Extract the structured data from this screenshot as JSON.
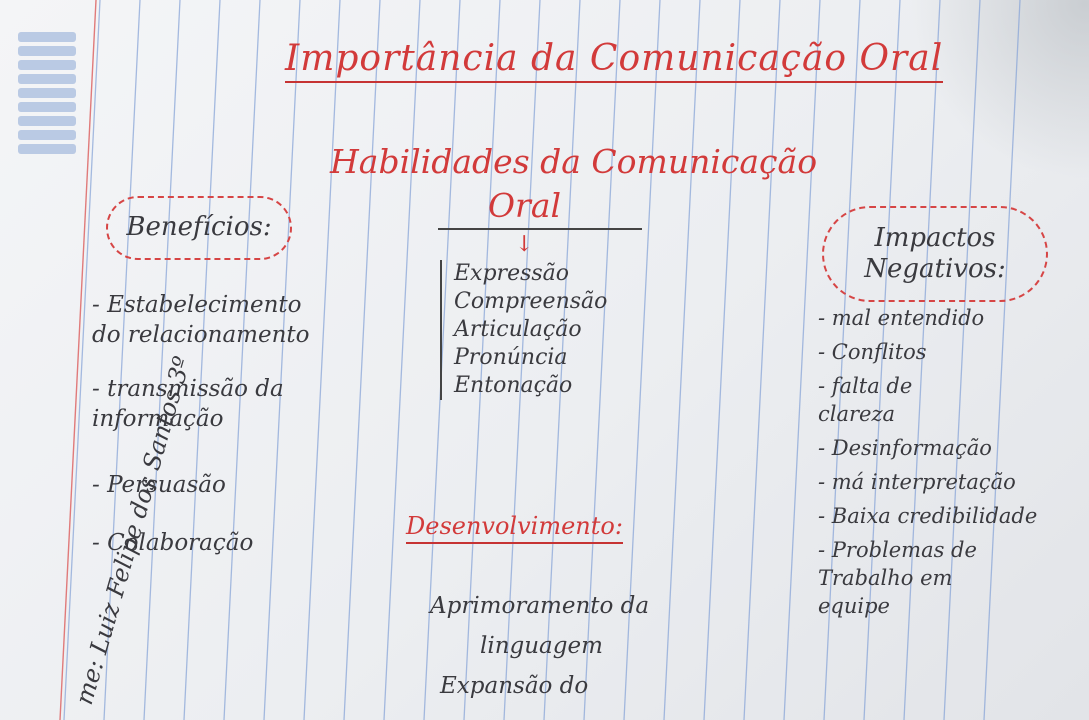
{
  "title": "Importância da Comunicação Oral",
  "subtitle": {
    "line1": "Habilidades da Comunicação",
    "line2": "Oral"
  },
  "arrow_glyph": "↓",
  "center_skills": [
    "Expressão",
    "Compreensão",
    "Articulação",
    "Pronúncia",
    "Entonação"
  ],
  "benefits": {
    "heading": "Benefícios:",
    "items": [
      "- Estabelecimento\ndo relacionamento",
      "- transmissão da\ninformação",
      "- Persuasão",
      "- Colaboração"
    ]
  },
  "impacts": {
    "heading_line1": "Impactos",
    "heading_line2": "Negativos:",
    "items": [
      "- mal entendido",
      "- Conflitos",
      "- falta de\nclareza",
      "- Desinformação",
      "- má interpretação",
      "- Baixa credibilidade",
      "- Problemas de\nTrabalho em\nequipe"
    ]
  },
  "development": {
    "heading": "Desenvolvimento:",
    "line1": "Aprimoramento da",
    "line2": "linguagem",
    "line3": "Expansão do"
  },
  "margin_note": "me: Luiz Felipe dos Santos 3º",
  "colors": {
    "red_ink": "#d23a3a",
    "dark_ink": "#3a3a3f",
    "ruled_line": "#8aa6d8",
    "margin_line": "#e07a7a"
  }
}
